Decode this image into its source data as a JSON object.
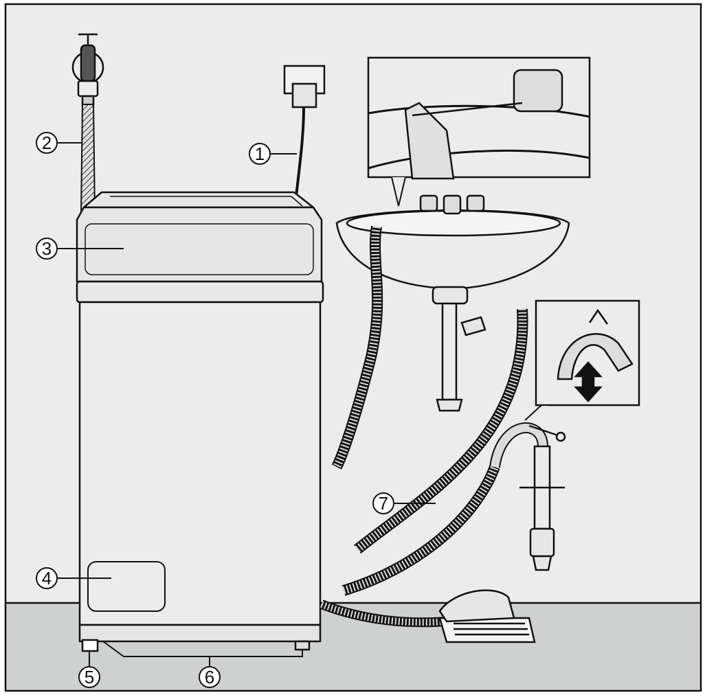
{
  "colors": {
    "wall": "#ececec",
    "floor": "#cfd0d0",
    "line": "#111111",
    "appliance_fill": "#ececec",
    "hose_fill": "#d9d9d9"
  },
  "callouts": [
    {
      "id": "c1",
      "number": "1",
      "icon": "circled-number",
      "points_to": "power-cord-and-plug"
    },
    {
      "id": "c2",
      "number": "2",
      "icon": "circled-number",
      "points_to": "water-inlet-hose"
    },
    {
      "id": "c3",
      "number": "3",
      "icon": "circled-number",
      "points_to": "control-panel"
    },
    {
      "id": "c4",
      "number": "4",
      "icon": "circled-number",
      "points_to": "service-flap"
    },
    {
      "id": "c5",
      "number": "5",
      "icon": "circled-number",
      "points_to": "adjustable-foot"
    },
    {
      "id": "c6",
      "number": "6",
      "icon": "circled-number",
      "points_to": "plinth"
    },
    {
      "id": "c7",
      "number": "7",
      "icon": "circled-number",
      "points_to": "drain-hose"
    }
  ]
}
